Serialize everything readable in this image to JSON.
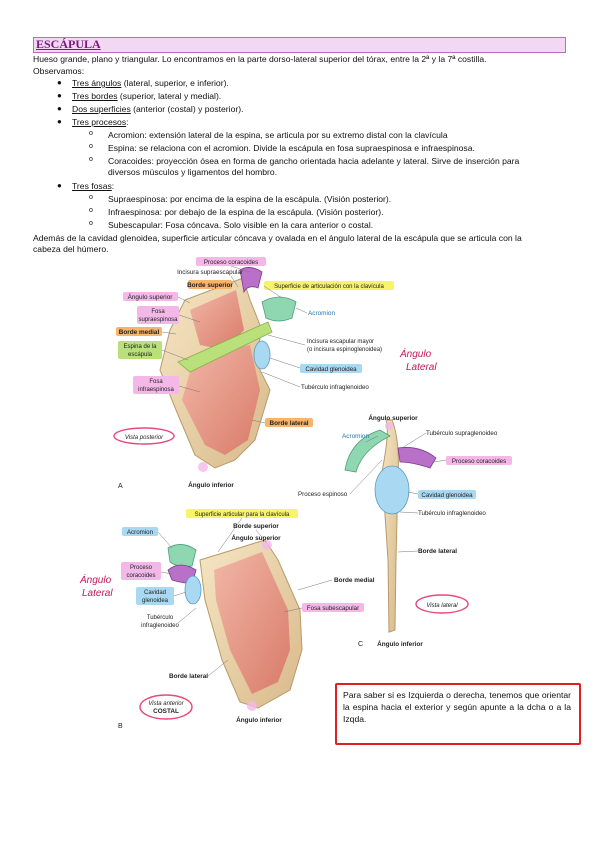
{
  "doc": {
    "title": "ESCÁPULA",
    "intro": "Hueso grande, plano y triangular. Lo encontramos en la parte dorso-lateral superior del tórax, entre la 2ª y la 7ª costilla.",
    "observamos": "Observamos:",
    "bullets": [
      {
        "u": "Tres ángulos",
        "rest": " (lateral, superior, e inferior)."
      },
      {
        "u": "Tres bordes",
        "rest": " (superior, lateral y medial)."
      },
      {
        "u": "Dos superficies",
        "rest": " (anterior (costal) y posterior)."
      },
      {
        "u": "Tres procesos",
        "rest": ":"
      }
    ],
    "procesos": [
      "Acromion: extensión lateral de la espina, se articula por su extremo distal con la clavícula",
      "Espina: se relaciona con el acromion. Divide la escápula en fosa supraespinosa e infraespinosa.",
      "Coracoides: proyección ósea en forma de gancho orientada hacia adelante y lateral. Sirve de inserción para",
      "diversos músculos y ligamentos del hombro."
    ],
    "fosas_bullet": {
      "u": "Tres fosas",
      "rest": ":"
    },
    "fosas": [
      "Supraespinosa: por encima de la espina de la escápula. (Visión posterior).",
      "Infraespinosa: por debajo de la espina de la escápula. (Visión posterior).",
      "Subescapular: Fosa cóncava. Solo visible en la cara anterior o costal."
    ],
    "cavidad_line1": "Además de la cavidad glenoidea, superficie articular cóncava y ovalada en el ángulo lateral de la escápula que se articula con la",
    "cavidad_line2": "cabeza del húmero."
  },
  "figure": {
    "A": {
      "letter": "A",
      "proceso_coracoides": "Proceso coracoides",
      "incisura_supraescapular": "Incisura supraescapular",
      "borde_superior": "Borde superior",
      "superficie_clavicula": "Superficie de articulación con la clavícula",
      "angulo_superior": "Ángulo superior",
      "fosa_supraespinosa_1": "Fosa",
      "fosa_supraespinosa_2": "supraespinosa",
      "acromion": "Acromion",
      "borde_medial": "Borde medial",
      "espina_1": "Espina de la",
      "espina_2": "escápula",
      "incisura_mayor_1": "Incisura escapular mayor",
      "incisura_mayor_2": "(o incisura espinoglenoidea)",
      "cavidad_glenoidea": "Cavidad glenoidea",
      "fosa_infra_1": "Fosa",
      "fosa_infra_2": "infraespinosa",
      "tuberculo_infra": "Tubérculo infraglenoideo",
      "borde_lateral": "Borde lateral",
      "vista": "Vista posterior",
      "angulo_inferior": "Ángulo inferior",
      "hand_1": "Ángulo",
      "hand_2": "Lateral"
    },
    "B": {
      "letter": "B",
      "superficie_clavicula": "Superficie articular para la clavícula",
      "acromion": "Acromion",
      "borde_superior": "Borde superior",
      "angulo_superior": "Ángulo superior",
      "proceso_1": "Proceso",
      "proceso_2": "coracoides",
      "cavidad_1": "Cavidad",
      "cavidad_2": "glenoidea",
      "borde_medial": "Borde medial",
      "fosa_subescapular": "Fosa subescapular",
      "tuberculo_1": "Tubérculo",
      "tuberculo_2": "infraglenoideo",
      "borde_lateral": "Borde lateral",
      "vista_1": "Vista anterior",
      "vista_2": "COSTAL",
      "angulo_inferior": "Ángulo inferior",
      "hand_1": "Ángulo",
      "hand_2": "Lateral"
    },
    "C": {
      "letter": "C",
      "angulo_superior": "Ángulo superior",
      "acromion": "Acromion",
      "tuberculo_supra": "Tubérculo supraglenoideo",
      "proceso_coracoides": "Proceso coracoides",
      "proceso_espinoso": "Proceso espinoso",
      "cavidad_glenoidea": "Cavidad glenoidea",
      "tuberculo_infra": "Tubérculo infraglenoideo",
      "borde_lateral": "Borde lateral",
      "vista": "Vista lateral",
      "angulo_inferior": "Ángulo inferior"
    }
  },
  "note": "Para saber si es Izquierda o derecha, tenemos que orientar la espina hacia el exterior y según apunte a la dcha o a la Izqda.",
  "colors": {
    "highlight_pink": "#f4b8e8",
    "highlight_yellow": "#f7f36a",
    "highlight_green": "#b9e07a",
    "highlight_orange": "#f7b46a",
    "highlight_blue": "#a9d8f2",
    "note_border": "#e02020"
  }
}
